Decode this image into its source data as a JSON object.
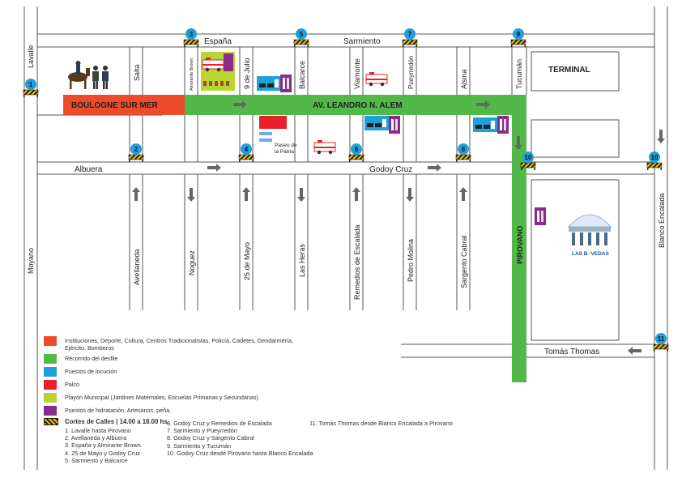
{
  "colors": {
    "route": "#52b848",
    "institutions": "#ee4b2b",
    "stand_blue": "#1fa0dd",
    "palco": "#e8202a",
    "municipal": "#b9d535",
    "hydration": "#8b2a8c",
    "street_line": "#555555"
  },
  "streets": {
    "lavalle": "Lavalle",
    "espana": "España",
    "sarmiento": "Sarmiento",
    "salta": "Salta",
    "almirante_brown": "Almirante Brown",
    "nueve_julio": "9 de Julio",
    "balcarce": "Balcarce",
    "viamonte": "Viamonte",
    "pueyrredon": "Pueyrredón",
    "alsina": "Alsina",
    "tucuman": "Tucumán",
    "boulogne": "BOULOGNE SUR MER",
    "alem": "AV. LEANDRO N. ALEM",
    "albuera": "Albuera",
    "godoy_cruz": "Godoy Cruz",
    "moyano": "Moyano",
    "avellaneda": "Avellaneda",
    "noguez": "Noguez",
    "veinticinco_mayo": "25 de Mayo",
    "las_heras": "Las Heras",
    "remedios": "Remedios de Escalada",
    "pedro_molina": "Pedro Molina",
    "sargento_cabral": "Sargento Cabral",
    "pirovano": "PIROVANO",
    "blanco_encalada": "Blanco Encalada",
    "tomas_thomas": "Tomás Thomas"
  },
  "places": {
    "terminal": "TERMINAL",
    "paseo_line1": "Paseo de",
    "paseo_line2": "la Patria",
    "bovedas_pre": "LAS B",
    "bovedas_post": "VEDAS"
  },
  "cuts": [
    "1",
    "2",
    "3",
    "4",
    "5",
    "6",
    "7",
    "8",
    "9",
    "10",
    "10",
    "11"
  ],
  "legend": [
    {
      "color": "#ee4b2b",
      "text": "Instituciones, Deporte, Cultura, Centros Tradicionalistas, Policía, Cadetes, Gendarmería, Ejército, Bomberos"
    },
    {
      "color": "#52b848",
      "text": "Recorrido del desfile"
    },
    {
      "color": "#1fa0dd",
      "text": "Puestos de locución"
    },
    {
      "color": "#e8202a",
      "text": "Palco"
    },
    {
      "color": "#b9d535",
      "text": "Playón Municipal (Jardines Maternales, Escuelas Primarias y Secundarias)"
    },
    {
      "color": "#8b2a8c",
      "text": "Puestos de hidratación, Artesanos, peña."
    }
  ],
  "cortes": {
    "title": "Cortes de Calles | 14.00 a 18.00 hs.",
    "col1": [
      "1. Lavalle hasta Pirovano",
      "2. Avellaneda y Albuera",
      "3. España y Almirante Brown",
      "4. 25 de Mayo y Godoy Cruz",
      "5. Sarmiento y Balcarce"
    ],
    "col2": [
      "6. Godoy Cruz y Remedios de Escalada",
      "7. Sarmiento y Pueyrredón",
      "8. Godoy Cruz y Sargento Cabral",
      "9. Sarmiento y Tucumán",
      "10. Godoy Cruz desde Pirovano hasta Blanco Encalada"
    ],
    "col3": [
      "11. Tomás Thomas desde Blanco Encalada a Pirovano"
    ]
  }
}
